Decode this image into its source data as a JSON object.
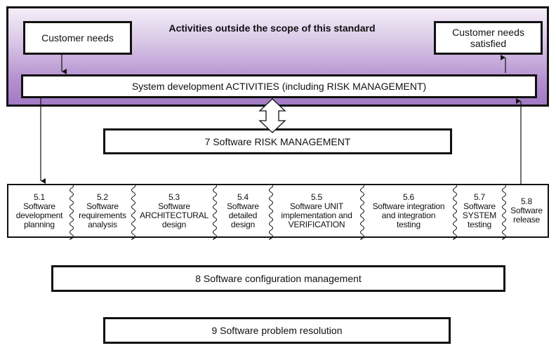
{
  "scope": {
    "title": "Activities outside the scope of this standard"
  },
  "customer_needs": "Customer needs",
  "customer_satisfied": {
    "line1": "Customer needs",
    "line2": "satisfied"
  },
  "system_dev": "System development ACTIVITIES (including RISK MANAGEMENT)",
  "risk_mgmt": "7 Software RISK MANAGEMENT",
  "processes": [
    {
      "num": "5.1",
      "lines": [
        "Software",
        "development",
        "planning"
      ]
    },
    {
      "num": "5.2",
      "lines": [
        "Software",
        "requirements",
        "analysis"
      ]
    },
    {
      "num": "5.3",
      "lines": [
        "Software",
        "ARCHITECTURAL",
        "design"
      ]
    },
    {
      "num": "5.4",
      "lines": [
        "Software",
        "detailed",
        "design"
      ]
    },
    {
      "num": "5.5",
      "lines": [
        "Software UNIT",
        "implementation and",
        "VERIFICATION"
      ]
    },
    {
      "num": "5.6",
      "lines": [
        "Software integration",
        "and integration",
        "testing"
      ]
    },
    {
      "num": "5.7",
      "lines": [
        "Software",
        "SYSTEM",
        "testing"
      ]
    },
    {
      "num": "5.8",
      "lines": [
        "Software",
        "release"
      ]
    }
  ],
  "config_mgmt": "8 Software configuration management",
  "problem_res": "9 Software problem resolution"
}
